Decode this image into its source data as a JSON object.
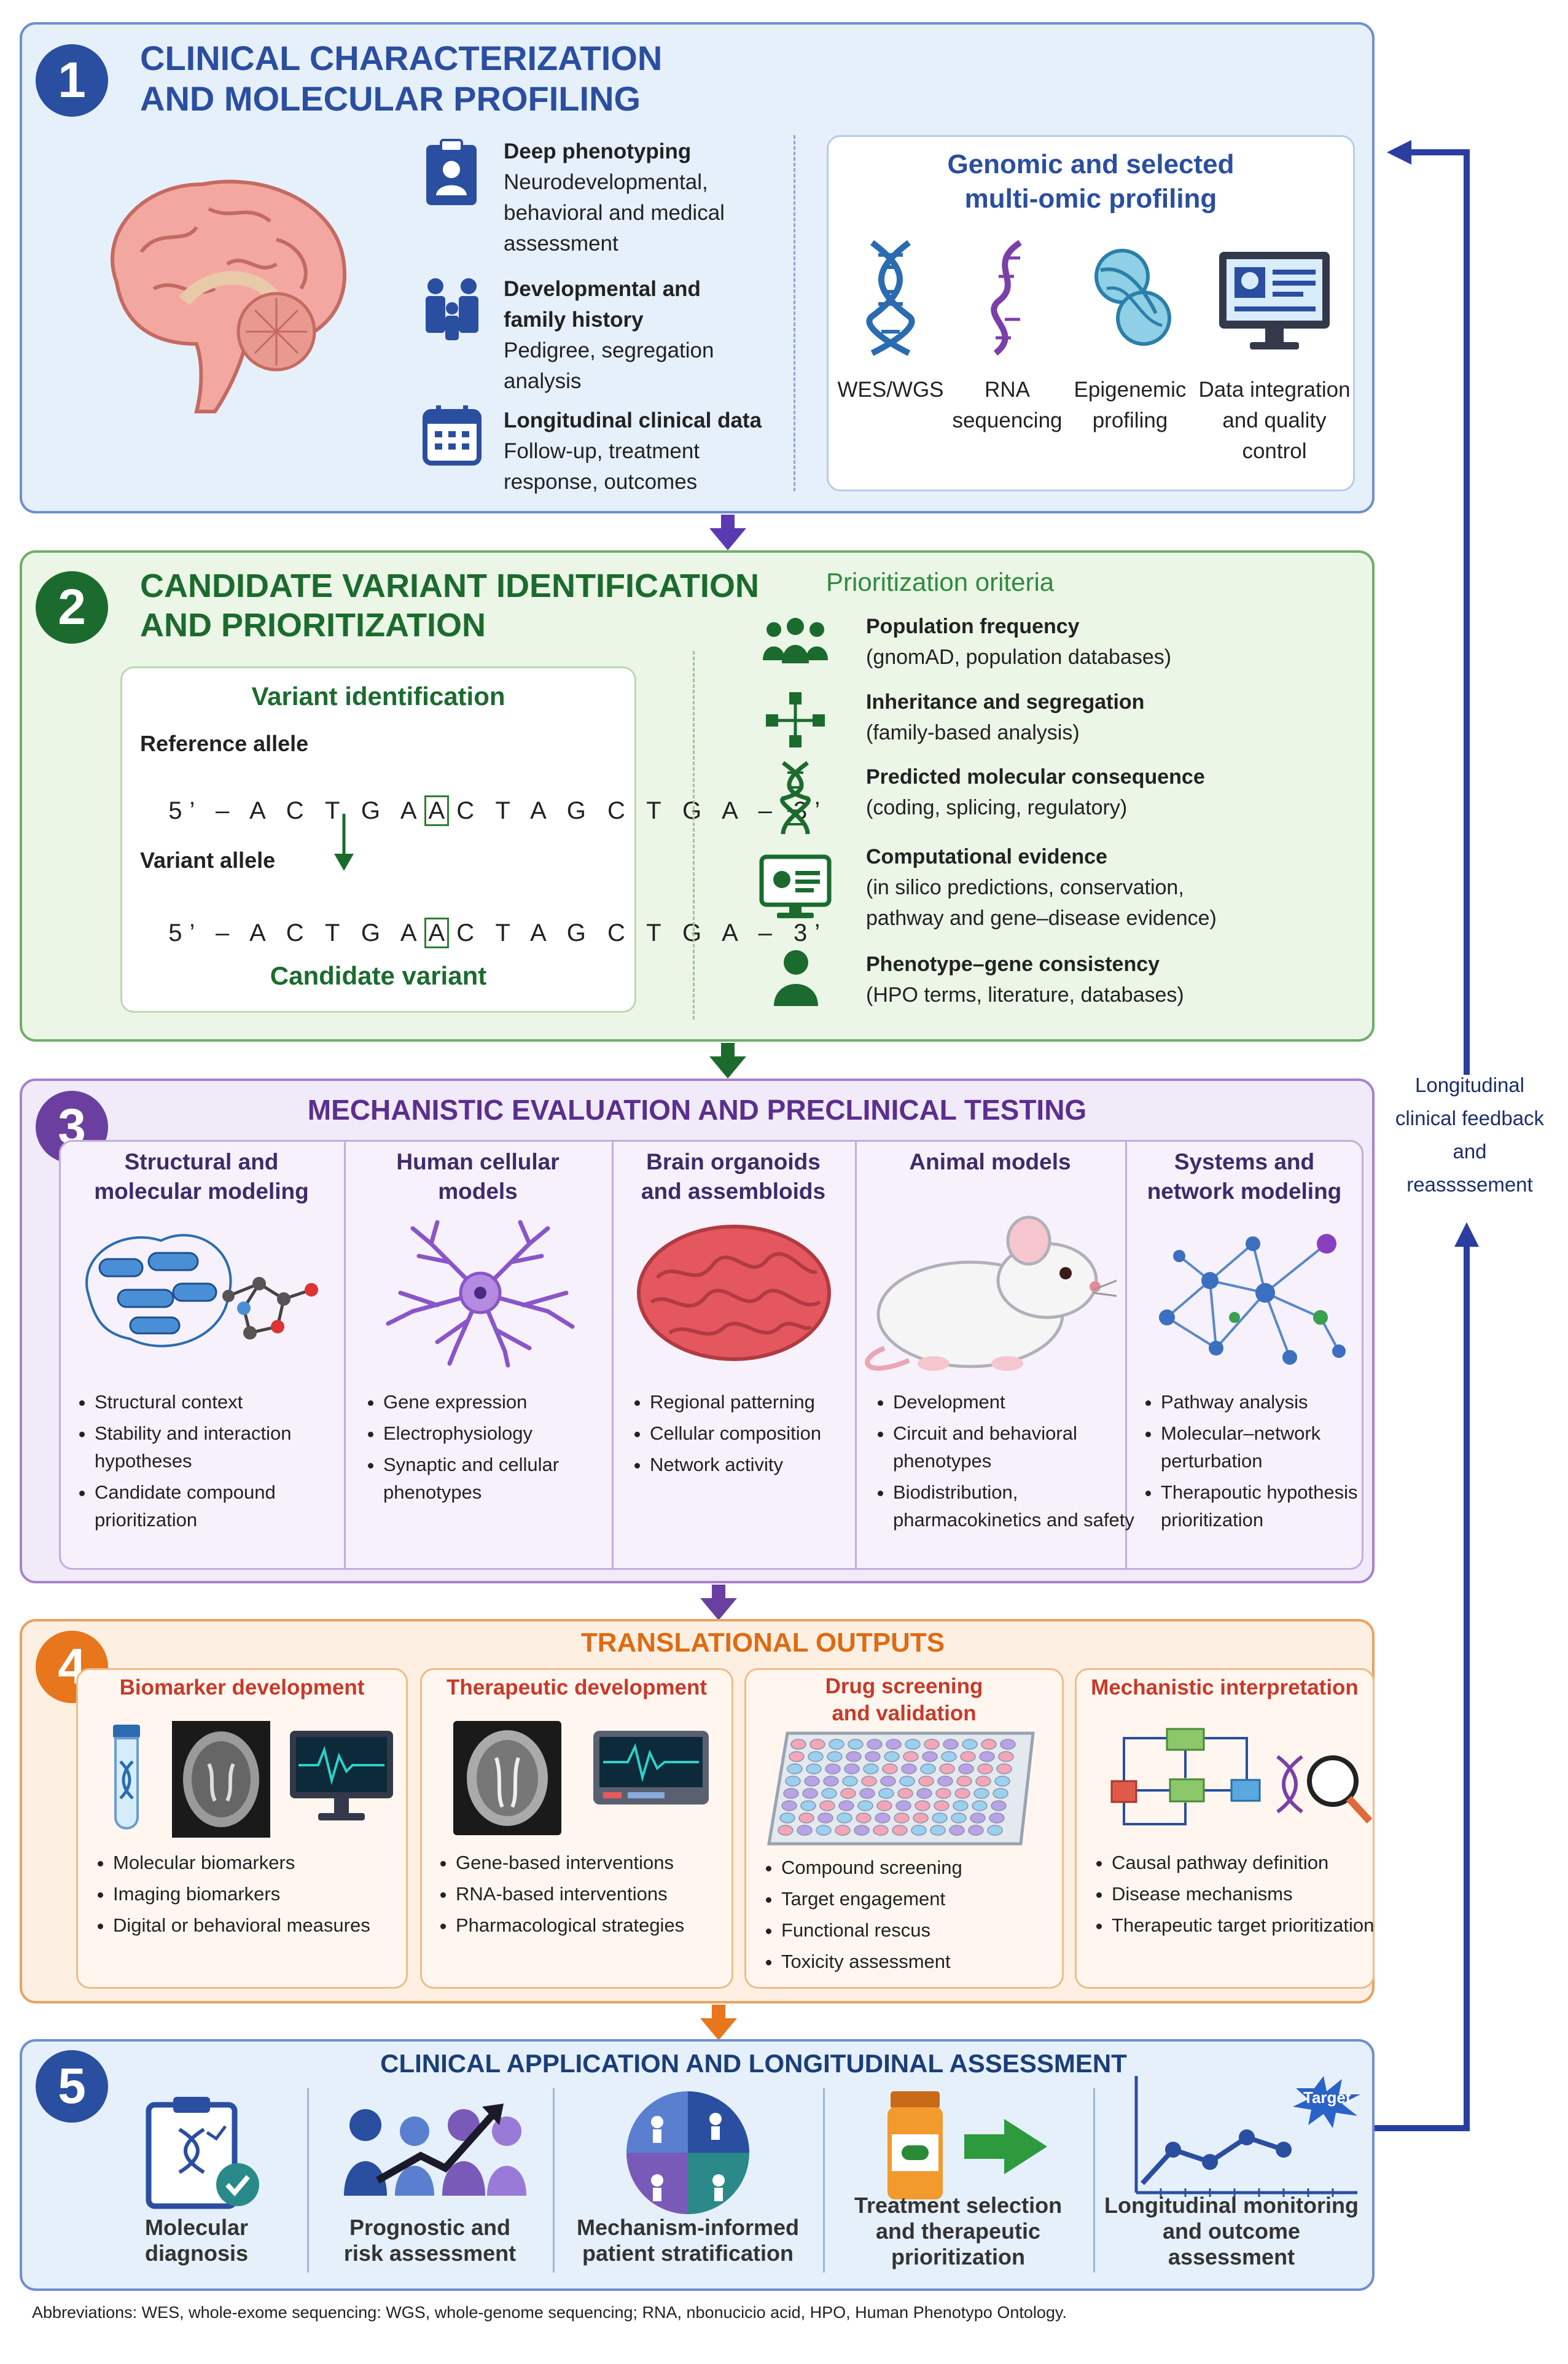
{
  "colors": {
    "blue": "#2a4ea0",
    "green": "#1b6b2e",
    "purple": "#6b3fa0",
    "orange": "#e8761c",
    "blue_bg": "#e6f0fb",
    "green_bg": "#ebf6e6",
    "purple_bg": "#f1eaf8",
    "orange_bg": "#fdf0e3"
  },
  "s1": {
    "num": "1",
    "title1": "CLINICAL CHARACTERIZATION",
    "title2": "AND MOLECULAR PROFILING",
    "items": [
      {
        "title": "Deep phenotyping",
        "d1": "Neurodevelopmental,",
        "d2": "behavioral and medical",
        "d3": "assessment"
      },
      {
        "title": "Developmental and",
        "title2": "family history",
        "d1": "Pedigree, segregation",
        "d2": "analysis"
      },
      {
        "title": "Longitudinal clinical data",
        "d1": "Follow-up, treatment",
        "d2": "response, outcomes"
      }
    ],
    "omics_title1": "Genomic and selected",
    "omics_title2": "multi-omic profiling",
    "omics": [
      {
        "l1": "WES/WGS"
      },
      {
        "l1": "RNA",
        "l2": "sequencing"
      },
      {
        "l1": "Epigenemic",
        "l2": "profiling"
      },
      {
        "l1": "Data integration",
        "l2": "and quality",
        "l3": "control"
      }
    ]
  },
  "s2": {
    "num": "2",
    "title1": "CANDIDATE VARIANT IDENTIFICATION",
    "title2": "AND PRIORITIZATION",
    "vi_title": "Variant identification",
    "ref_label": "Reference allele",
    "ref_pre": "5’ – A C T G A",
    "ref_mid": "A",
    "ref_post": "C T A G C T G A – 3’",
    "var_label": "Variant allele",
    "var_pre": "5’ – A C T G A",
    "var_mid": "A",
    "var_post": "C T A G C T G A – 3’",
    "candidate": "Candidate variant",
    "crit_title": "Prioritization oriteria",
    "criteria": [
      {
        "t": "Population frequency",
        "d1": "(gnomAD, population databases)"
      },
      {
        "t": "Inheritance and segregation",
        "d1": "(family-based analysis)"
      },
      {
        "t": "Predicted molecular consequence",
        "d1": "(coding, splicing, regulatory)"
      },
      {
        "t": "Computational evidence",
        "d1": "(in silico predictions, conservation,",
        "d2": "pathway and gene–disease evidence)"
      },
      {
        "t": "Phenotype–gene consistency",
        "d1": "(HPO terms, literature, databases)"
      }
    ]
  },
  "s3": {
    "num": "3",
    "title": "MECHANISTIC EVALUATION AND PRECLINICAL TESTING",
    "cols": [
      {
        "t1": "Structural and",
        "t2": "molecular modeling",
        "bullets": [
          "Structural context",
          "Stability and interaction hypotheses",
          "Candidate compound prioritization"
        ]
      },
      {
        "t1": "Human cellular",
        "t2": "models",
        "bullets": [
          "Gene expression",
          "Electrophysiology",
          "Synaptic and cellular phenotypes"
        ]
      },
      {
        "t1": "Brain organoids",
        "t2": "and assembloids",
        "bullets": [
          "Regional patterning",
          "Cellular composition",
          "Network activity"
        ]
      },
      {
        "t1": "Animal models",
        "t2": "",
        "bullets": [
          "Development",
          "Circuit and behavioral phenotypes",
          "Biodistribution, pharmacokinetics and safety"
        ]
      },
      {
        "t1": "Systems and",
        "t2": "network modeling",
        "bullets": [
          "Pathway analysis",
          "Molecular–network perturbation",
          "Therapoutic hypothesis prioritization"
        ]
      }
    ]
  },
  "s4": {
    "num": "4",
    "title": "TRANSLATIONAL OUTPUTS",
    "cols": [
      {
        "t1": "Biomarker development",
        "t2": "",
        "bullets": [
          "Molecular biomarkers",
          "Imaging biomarkers",
          "Digital or behavioral measures"
        ]
      },
      {
        "t1": "Therapeutic development",
        "t2": "",
        "bullets": [
          "Gene-based interventions",
          "RNA-based interventions",
          "Pharmacological strategies"
        ]
      },
      {
        "t1": "Drug screening",
        "t2": "and validation",
        "bullets": [
          "Compound screening",
          "Target engagement",
          "Functional rescus",
          "Toxicity assessment"
        ]
      },
      {
        "t1": "Mechanistic interpretation",
        "t2": "",
        "bullets": [
          "Causal pathway definition",
          "Disease mechanisms",
          "Therapeutic target prioritization"
        ]
      }
    ]
  },
  "s5": {
    "num": "5",
    "title": "CLINICAL APPLICATION AND LONGITUDINAL ASSESSMENT",
    "target": "Target",
    "cols": [
      {
        "l1": "Molecular",
        "l2": "diagnosis"
      },
      {
        "l1": "Prognostic and",
        "l2": "risk assessment"
      },
      {
        "l1": "Mechanism-informed",
        "l2": "patient stratification"
      },
      {
        "l1": "Treatment selection",
        "l2": "and therapeutic",
        "l3": "prioritization"
      },
      {
        "l1": "Longitudinal monitoring",
        "l2": "and outcome",
        "l3": "assessment"
      }
    ]
  },
  "feedback": {
    "l1": "Longitudinal",
    "l2": "clinical feedback",
    "l3": "and",
    "l4": "reassssement"
  },
  "footer": "Abbreviations: WES, whole-exome sequencing: WGS, whole-genome sequencing; RNA, nbonucicio acid, HPO, Human Phenotypo Ontology."
}
